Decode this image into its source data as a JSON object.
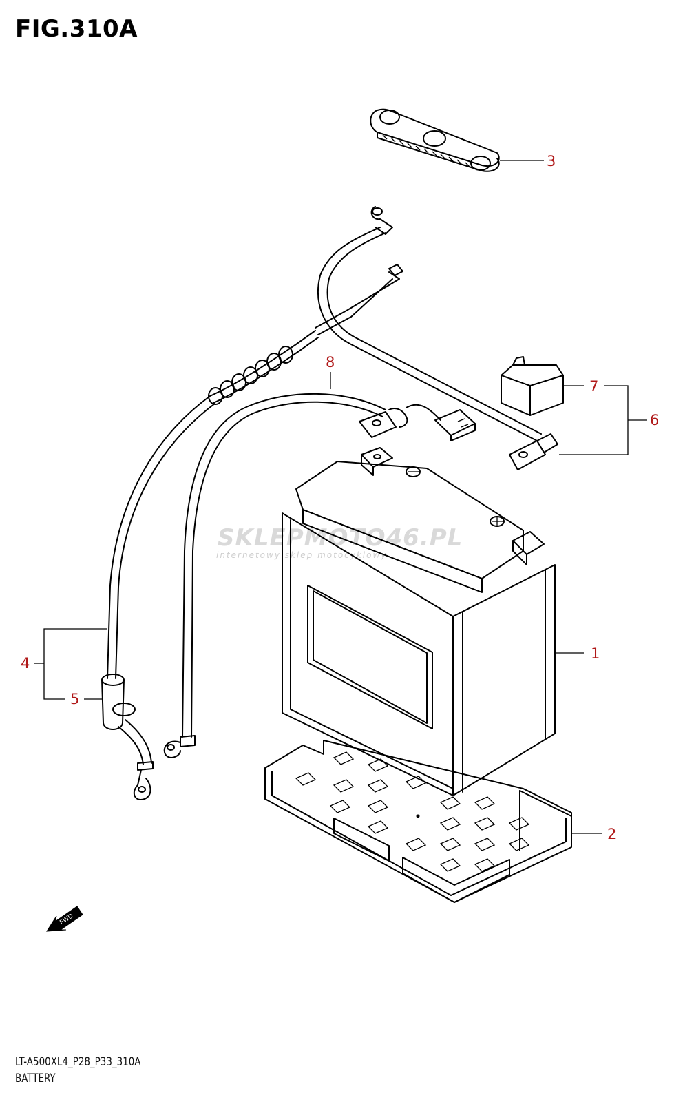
{
  "figure": {
    "title": "FIG.310A",
    "code": "LT-A500XL4_P28_P33_310A",
    "name": "BATTERY"
  },
  "watermark": {
    "brand": "SKLEPMOTO46.PL",
    "tagline": "internetowy sklep motocyklowy"
  },
  "fwd_label": "FWD",
  "callouts": {
    "c1": "1",
    "c2": "2",
    "c3": "3",
    "c4": "4",
    "c5": "5",
    "c6": "6",
    "c7": "7",
    "c8": "8"
  },
  "colors": {
    "callout": "#b01818",
    "line": "#000000"
  }
}
